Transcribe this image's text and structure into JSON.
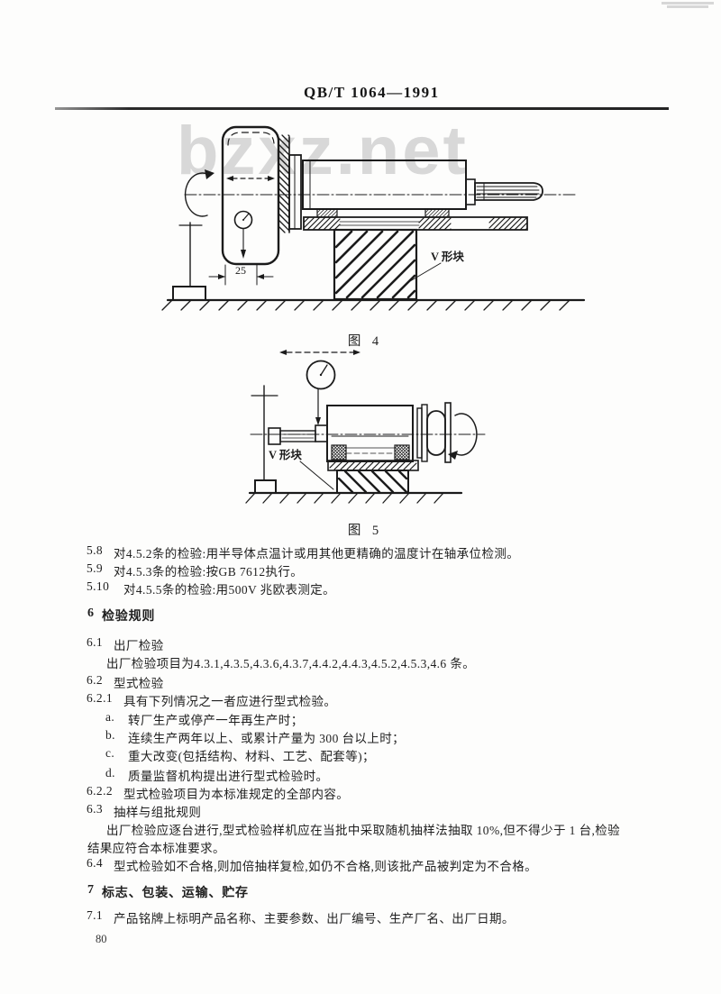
{
  "header": {
    "standard_code": "QB/T 1064—1991"
  },
  "watermark": {
    "text": "bzxz.net",
    "color": "#d8d8d8"
  },
  "figures": {
    "fig4": {
      "caption": "图 4",
      "vblock_label": "V 形块",
      "dimension_label": "25"
    },
    "fig5": {
      "caption": "图 5",
      "vblock_label": "V 形块"
    }
  },
  "clauses": [
    {
      "kind": "clause",
      "num": "5.8",
      "text": "对4.5.2条的检验:用半导体点温计或用其他更精确的温度计在轴承位检测。"
    },
    {
      "kind": "clause",
      "num": "5.9",
      "text": "对4.5.3条的检验:按GB 7612执行。"
    },
    {
      "kind": "clause",
      "num": "5.10",
      "text": "对4.5.5条的检验:用500V 兆欧表测定。"
    },
    {
      "kind": "heading",
      "num": "6",
      "text": "检验规则"
    },
    {
      "kind": "clause",
      "num": "6.1",
      "text": "出厂检验"
    },
    {
      "kind": "para",
      "num": "",
      "text": "出厂检验项目为4.3.1,4.3.5,4.3.6,4.3.7,4.4.2,4.4.3,4.5.2,4.5.3,4.6 条。"
    },
    {
      "kind": "clause",
      "num": "6.2",
      "text": "型式检验"
    },
    {
      "kind": "clause",
      "num": "6.2.1",
      "text": "具有下列情况之一者应进行型式检验。"
    },
    {
      "kind": "list",
      "num": "a.",
      "text": "转厂生产或停产一年再生产时；"
    },
    {
      "kind": "list",
      "num": "b.",
      "text": "连续生产两年以上、或累计产量为 300 台以上时；"
    },
    {
      "kind": "list",
      "num": "c.",
      "text": "重大改变(包括结构、材料、工艺、配套等)；"
    },
    {
      "kind": "list",
      "num": "d.",
      "text": "质量监督机构提出进行型式检验时。"
    },
    {
      "kind": "clause",
      "num": "6.2.2",
      "text": "型式检验项目为本标准规定的全部内容。"
    },
    {
      "kind": "clause",
      "num": "6.3",
      "text": "抽样与组批规则"
    },
    {
      "kind": "para",
      "num": "",
      "text": "出厂检验应逐台进行,型式检验样机应在当批中采取随机抽样法抽取 10%,但不得少于 1 台,检验"
    },
    {
      "kind": "cont",
      "num": "",
      "text": "结果应符合本标准要求。"
    },
    {
      "kind": "clause",
      "num": "6.4",
      "text": "型式检验如不合格,则加倍抽样复检,如仍不合格,则该批产品被判定为不合格。"
    },
    {
      "kind": "heading",
      "num": "7",
      "text": "标志、包装、运输、贮存"
    },
    {
      "kind": "clause",
      "num": "7.1",
      "text": "产品铭牌上标明产品名称、主要参数、出厂编号、生产厂名、出厂日期。"
    }
  ],
  "footer": {
    "page_number": "80"
  }
}
